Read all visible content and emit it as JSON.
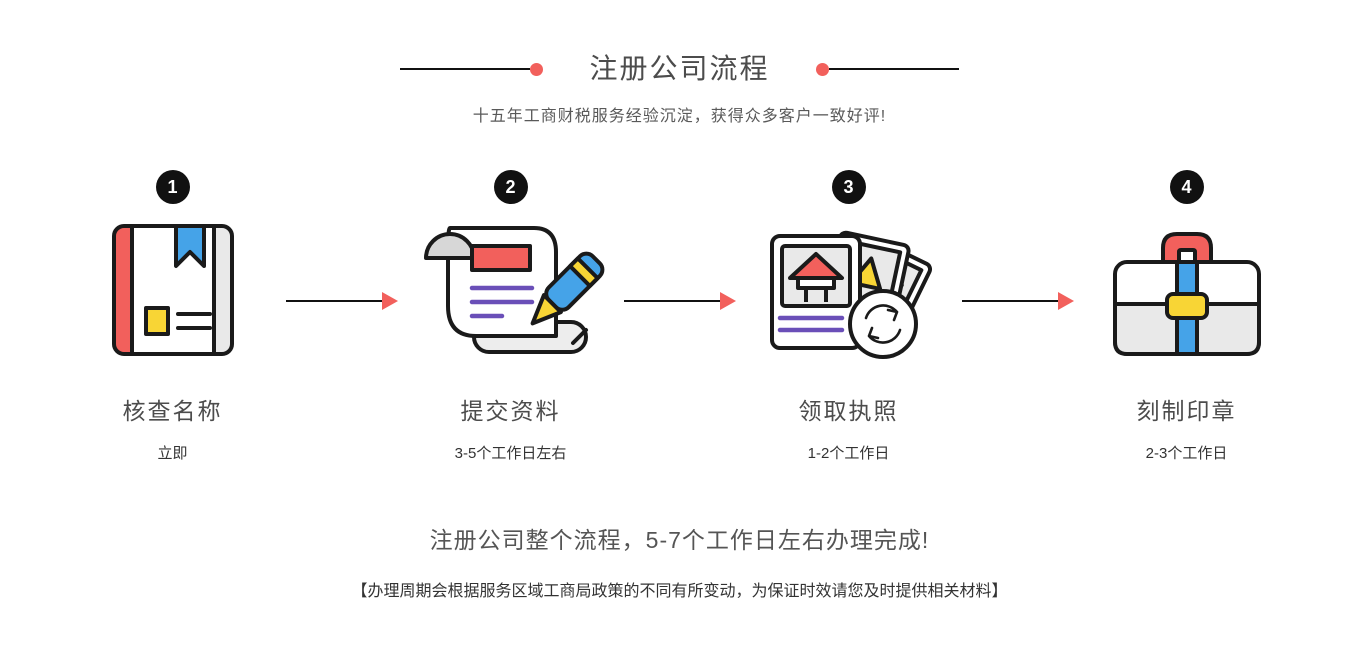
{
  "header": {
    "title": "注册公司流程",
    "subtitle": "十五年工商财税服务经验沉淀，获得众多客户一致好评!"
  },
  "steps": [
    {
      "number": "1",
      "icon": "book-icon",
      "title": "核查名称",
      "duration": "立即"
    },
    {
      "number": "2",
      "icon": "scroll-pen-icon",
      "title": "提交资料",
      "duration": "3-5个工作日左右"
    },
    {
      "number": "3",
      "icon": "license-cards-icon",
      "title": "领取执照",
      "duration": "1-2个工作日"
    },
    {
      "number": "4",
      "icon": "briefcase-icon",
      "title": "刻制印章",
      "duration": "2-3个工作日"
    }
  ],
  "footer": {
    "summary": "注册公司整个流程，5-7个工作日左右办理完成!",
    "note": "【办理周期会根据服务区域工商局政策的不同有所变动，为保证时效请您及时提供相关材料】"
  },
  "colors": {
    "accent_red": "#f2605c",
    "blue": "#45a3e8",
    "yellow": "#f8d535",
    "purple": "#6a4fb8",
    "gray": "#e9e9e9",
    "outline": "#1a1a1a"
  }
}
